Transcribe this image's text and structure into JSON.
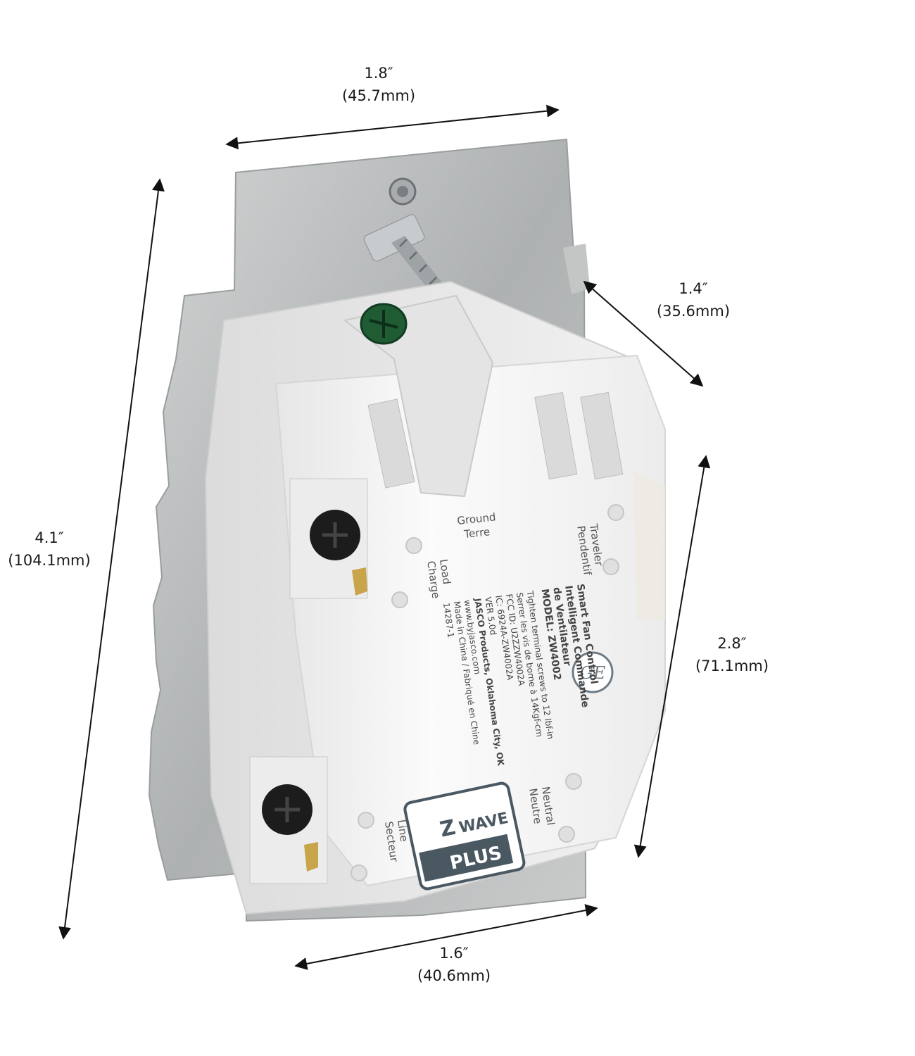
{
  "dimensions": {
    "top_width": {
      "inches": "1.8″",
      "mm": "(45.7mm)"
    },
    "depth": {
      "inches": "1.4″",
      "mm": "(35.6mm)"
    },
    "height": {
      "inches": "4.1″",
      "mm": "(104.1mm)"
    },
    "body_height": {
      "inches": "2.8″",
      "mm": "(71.1mm)"
    },
    "bottom_width": {
      "inches": "1.6″",
      "mm": "(40.6mm)"
    }
  },
  "terminals": {
    "ground": [
      "Ground",
      "Terre"
    ],
    "traveler": [
      "Traveler",
      "Pendentif"
    ],
    "load": [
      "Load",
      "Charge"
    ],
    "neutral": [
      "Neutral",
      "Neutre"
    ],
    "line": [
      "Line",
      "Secteur"
    ]
  },
  "product_label": {
    "title_lines": [
      "Smart Fan Control",
      "Intelligent Commande",
      "de Ventilateur",
      "MODEL: ZW4002"
    ],
    "detail_lines": [
      "Tighten terminal screws to 12 lbf-in",
      "Serrer les vis de borne à 14Kgf-cm",
      "FCC ID: U2ZZW4002A",
      "IC: 6924A-ZW4002A",
      "VER 5.0d",
      "JASCO Products, Oklahoma City, OK",
      "www.byjasco.com",
      "Made in China / Fabriqué en Chine",
      "14287-1"
    ],
    "brand": "GE"
  },
  "badge": {
    "line1": "Z",
    "line2": "WAVE",
    "line3": "PLUS"
  },
  "colors": {
    "plate": "#b9bcbd",
    "body": "#f3f3f3",
    "badge": "#4a5862",
    "screw": "#1c1c1c",
    "ground_screw": "#1f5c34"
  }
}
